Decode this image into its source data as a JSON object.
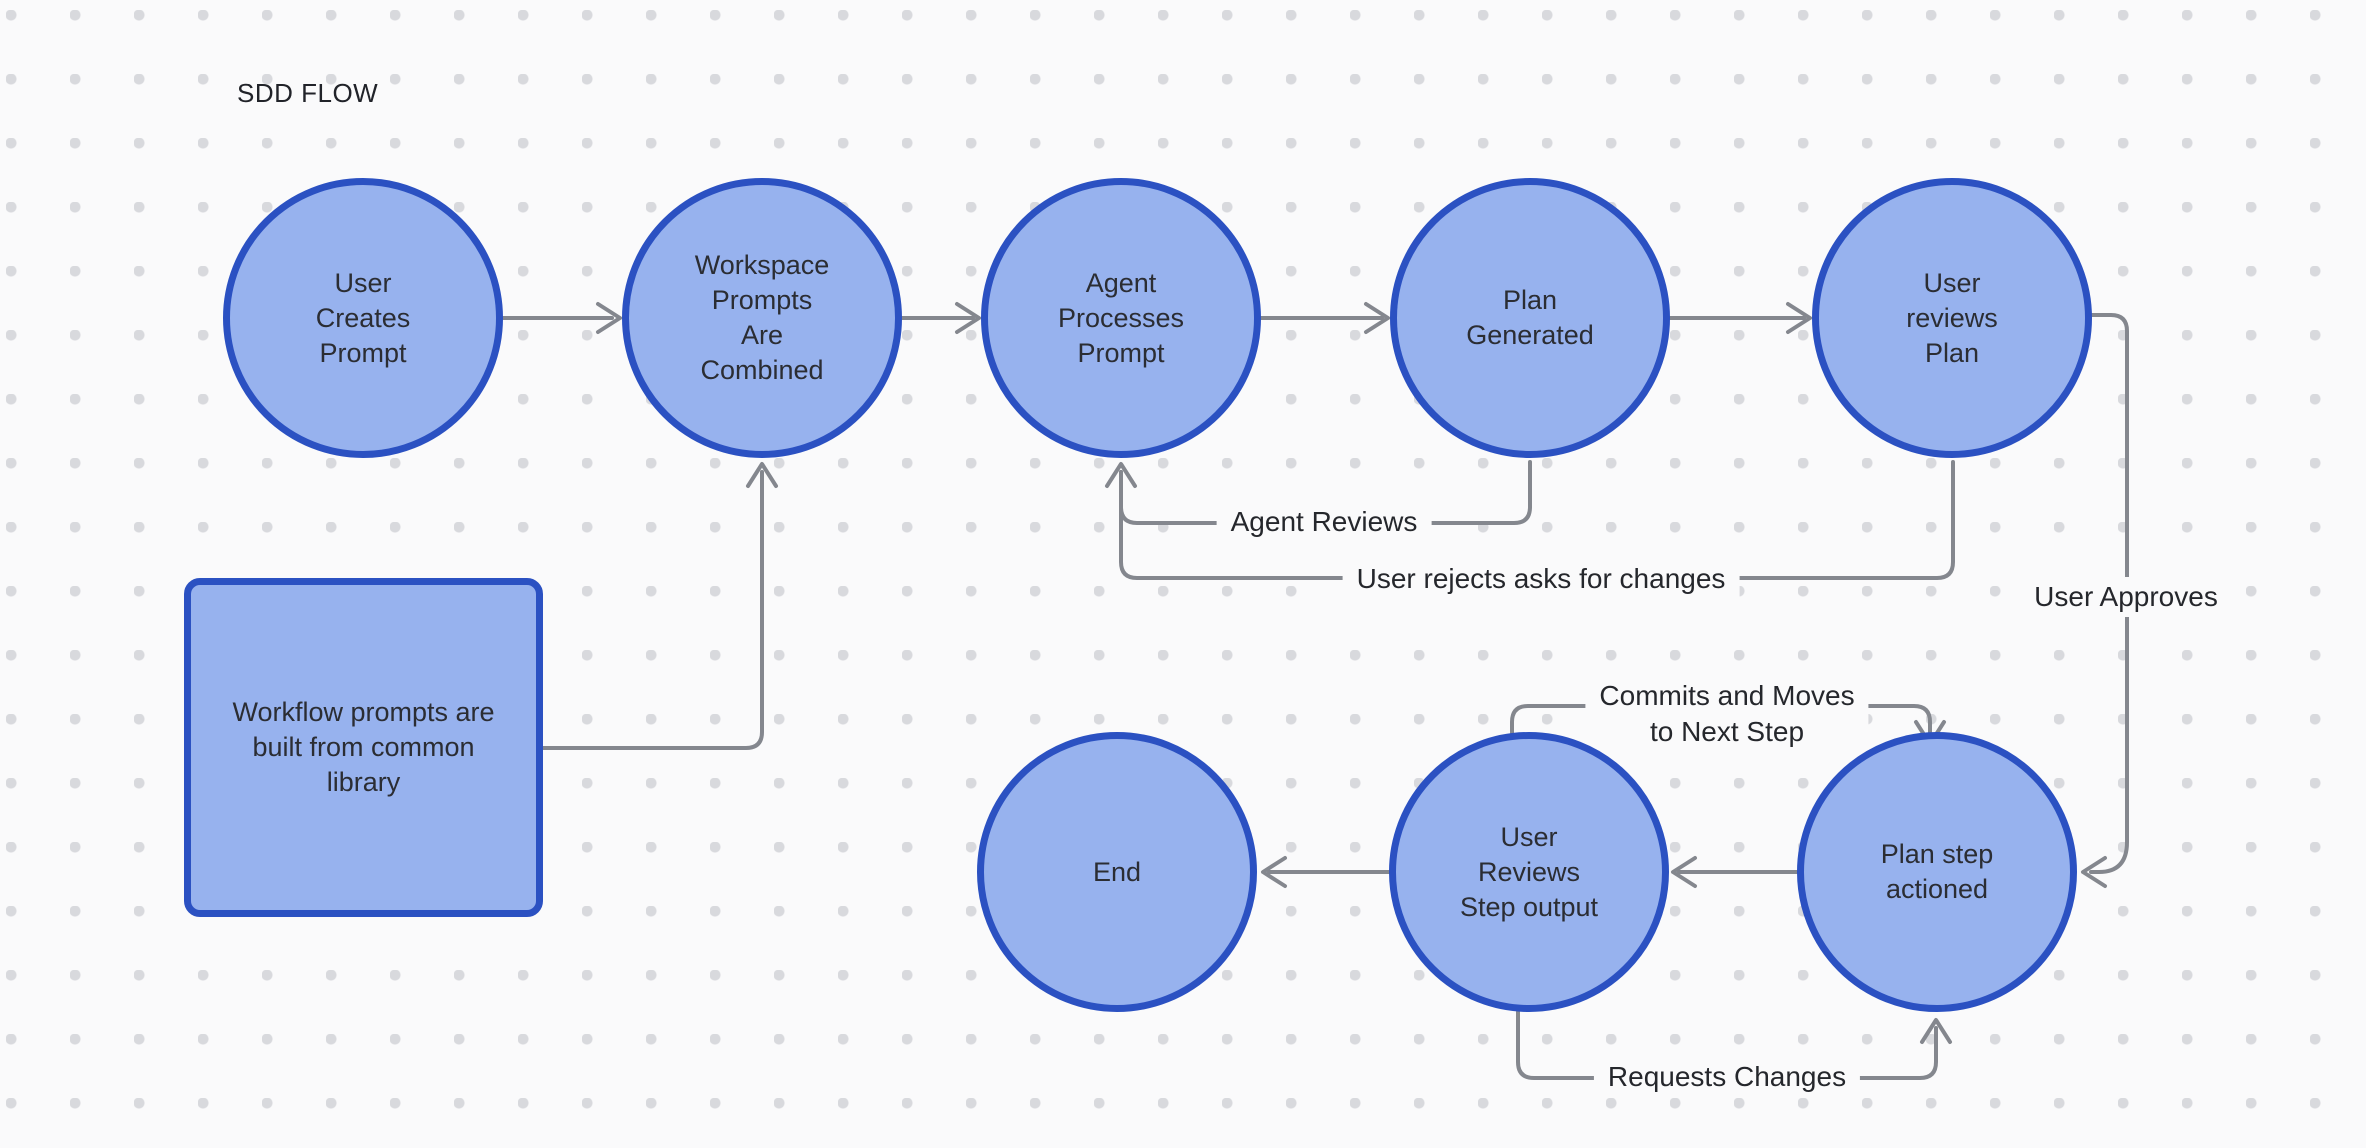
{
  "title": "SDD FLOW",
  "style": {
    "node_fill": "#97b2ee",
    "node_stroke": "#2b51c2",
    "edge_color": "#84878e",
    "background": "#fafafb",
    "grid_dot_color": "#d8d9dd"
  },
  "nodes": [
    {
      "id": "user-creates-prompt",
      "shape": "circle",
      "label": "User\nCreates\nPrompt"
    },
    {
      "id": "workspace-prompts-combined",
      "shape": "circle",
      "label": "Workspace\nPrompts\nAre\nCombined"
    },
    {
      "id": "agent-processes-prompt",
      "shape": "circle",
      "label": "Agent\nProcesses\nPrompt"
    },
    {
      "id": "plan-generated",
      "shape": "circle",
      "label": "Plan\nGenerated"
    },
    {
      "id": "user-reviews-plan",
      "shape": "circle",
      "label": "User\nreviews\nPlan"
    },
    {
      "id": "workflow-prompts-library",
      "shape": "rectangle",
      "label": "Workflow prompts are\nbuilt from common\nlibrary"
    },
    {
      "id": "end",
      "shape": "circle",
      "label": "End"
    },
    {
      "id": "user-reviews-step-output",
      "shape": "circle",
      "label": "User\nReviews\nStep output"
    },
    {
      "id": "plan-step-actioned",
      "shape": "circle",
      "label": "Plan step\nactioned"
    }
  ],
  "edge_labels": [
    {
      "id": "agent-reviews",
      "text": "Agent Reviews"
    },
    {
      "id": "user-rejects",
      "text": "User rejects asks for changes"
    },
    {
      "id": "user-approves",
      "text": "User Approves"
    },
    {
      "id": "commits-moves",
      "text": "Commits and Moves\nto Next Step"
    },
    {
      "id": "requests-changes",
      "text": "Requests Changes"
    }
  ]
}
